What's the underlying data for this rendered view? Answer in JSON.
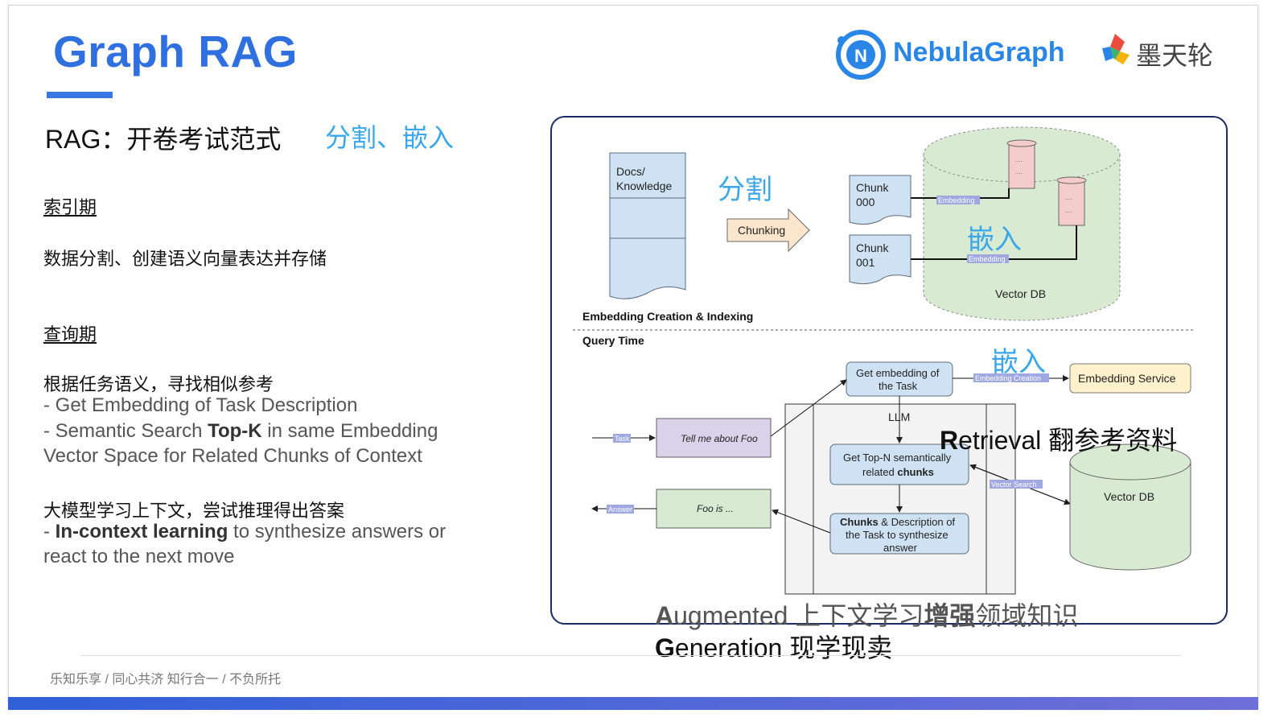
{
  "title": "Graph RAG",
  "subtitle": "RAG：开卷考试范式",
  "subtitle_accent": "分割、嵌入",
  "logos": {
    "nebula": "NebulaGraph",
    "mtl": "墨天轮"
  },
  "left": {
    "index_heading": "索引期",
    "index_desc": "数据分割、创建语义向量表达并存储",
    "query_heading": "查询期",
    "query_desc": "根据任务语义，寻找相似参考",
    "query_line1": "- Get Embedding of Task Description",
    "query_line2_a": "- Semantic Search ",
    "query_line2_b": "Top-K",
    "query_line2_c": " in same Embedding",
    "query_line3": "Vector Space for Related Chunks of Context",
    "learn_desc": "大模型学习上下文，尝试推理得出答案",
    "learn_line1_a": "- ",
    "learn_line1_b": "In-context learning",
    "learn_line1_c": " to synthesize answers or",
    "learn_line2": "react to the next move"
  },
  "diagram": {
    "docs_l1": "Docs/",
    "docs_l2": "Knowledge",
    "split_cn": "分割",
    "chunking": "Chunking",
    "chunk0_l1": "Chunk",
    "chunk0_l2": "000",
    "chunk1_l1": "Chunk",
    "chunk1_l2": "001",
    "embedding_tag": "Embedding",
    "embed_cn": "嵌入",
    "vector_db": "Vector DB",
    "section1": "Embedding Creation & Indexing",
    "section2": "Query Time",
    "get_emb_l1": "Get embedding of",
    "get_emb_l2": "the Task",
    "emb_creation_tag": "Embedding Creation",
    "emb_service": "Embedding Service",
    "llm": "LLM",
    "task_tag": "Task",
    "tell_me": "Tell me about Foo",
    "topn_l1": "Get Top-N semantically",
    "topn_l2a": "related ",
    "topn_l2b": "chunks",
    "vector_search_tag": "Vector Search",
    "answer_tag": "Answer",
    "foo_is": "Foo is ...",
    "chunks_desc_l1a": "Chunks",
    "chunks_desc_l1b": " & Description of",
    "chunks_desc_l2": "the Task to synthesize",
    "chunks_desc_l3": "answer",
    "vector_db2": "Vector DB"
  },
  "overlays": {
    "retrieval_a": "R",
    "retrieval_b": "etrieval 翻参考资料",
    "augmented_a": "A",
    "augmented_b": "ugmented 上下文学习",
    "augmented_c": "增强",
    "augmented_d": "领域知识",
    "generation_a": "G",
    "generation_b": "eneration 现学现卖"
  },
  "footer": "乐知乐享 / 同心共济     知行合一 / 不负所托",
  "colors": {
    "title_blue": "#2f6fe0",
    "accent_blue": "#3aa7ea",
    "doc_fill": "#cfe2f3",
    "db_fill": "#d9ead3",
    "service_fill": "#fff2cc",
    "task_fill": "#d9d2e9",
    "scroll_fill": "#f4cccc",
    "tag_fill": "#9fa8e0"
  }
}
